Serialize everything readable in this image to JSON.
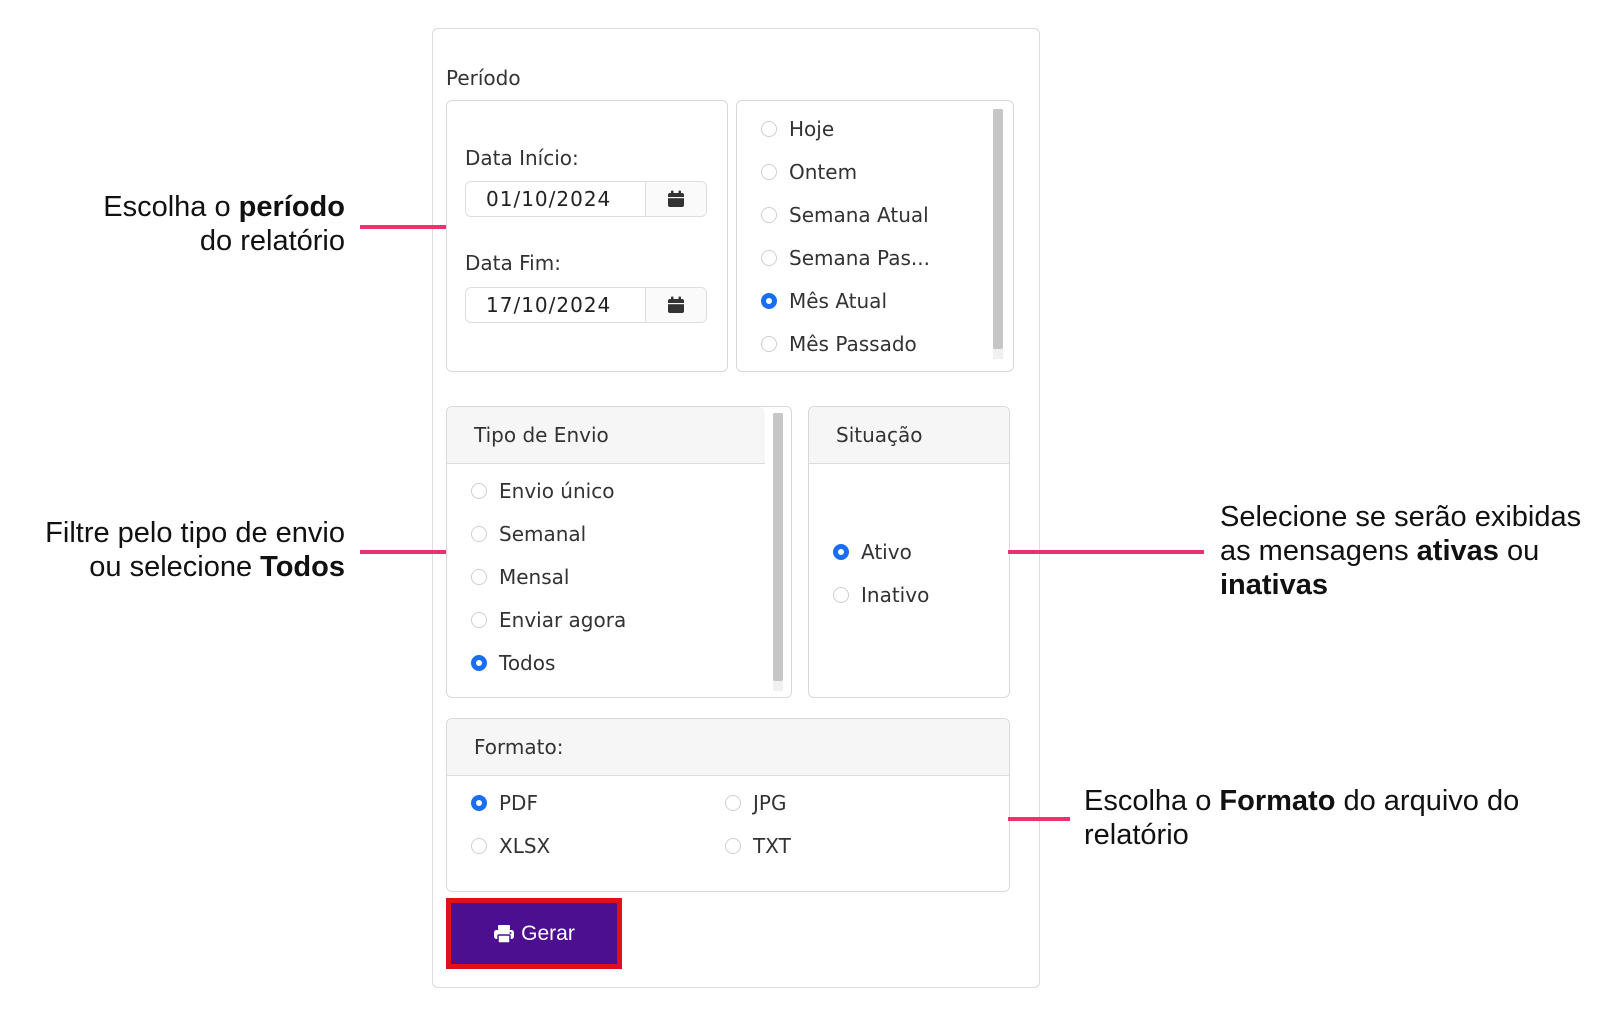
{
  "periodo": {
    "title": "Período",
    "start_label": "Data Início:",
    "start_value": "01/10/2024",
    "end_label": "Data Fim:",
    "end_value": "17/10/2024",
    "presets": [
      "Hoje",
      "Ontem",
      "Semana Atual",
      "Semana Pas...",
      "Mês Atual",
      "Mês Passado"
    ],
    "selected_preset": "Mês Atual"
  },
  "tipo_envio": {
    "title": "Tipo de Envio",
    "options": [
      "Envio único",
      "Semanal",
      "Mensal",
      "Enviar agora",
      "Todos"
    ],
    "selected": "Todos"
  },
  "situacao": {
    "title": "Situação",
    "options": [
      "Ativo",
      "Inativo"
    ],
    "selected": "Ativo"
  },
  "formato": {
    "title": "Formato:",
    "options": [
      "PDF",
      "JPG",
      "XLSX",
      "TXT"
    ],
    "selected": "PDF"
  },
  "generate_button": {
    "label": "Gerar",
    "icon": "printer-icon"
  },
  "callouts": {
    "periodo": {
      "line1_pre": "Escolha o ",
      "line1_bold": "período",
      "line2": "do relatório"
    },
    "tipo": {
      "line1": "Filtre pelo tipo de envio",
      "line2_pre": "ou selecione ",
      "line2_bold": "Todos"
    },
    "situacao": {
      "line1": "Selecione se serão exibidas",
      "line2_pre": "as mensagens ",
      "line2_bold": "ativas",
      "line2_post": " ou",
      "line3_bold": "inativas"
    },
    "formato": {
      "line1_pre": "Escolha o ",
      "line1_bold": "Formato",
      "line1_post": " do arquivo do",
      "line2": "relatório"
    }
  },
  "colors": {
    "accent": "#1a6ef5",
    "button": "#4b0f8f",
    "button_border": "#e0101a",
    "callout_line": "#e8336f"
  }
}
